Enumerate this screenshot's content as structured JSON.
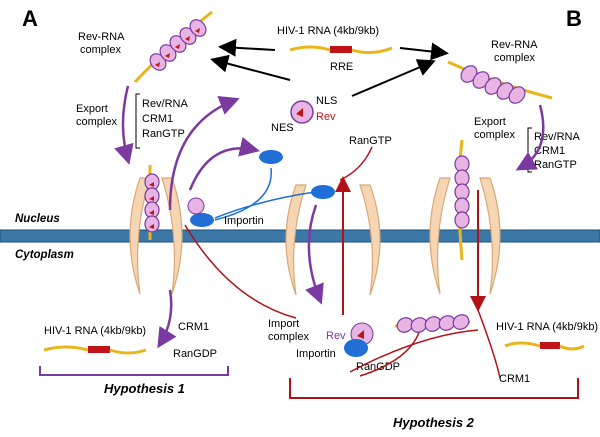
{
  "panels": {
    "a": "A",
    "b": "B"
  },
  "compartments": {
    "nucleus": "Nucleus",
    "cytoplasm": "Cytoplasm"
  },
  "top": {
    "hiv_rna": "HIV-1 RNA (4kb/9kb)",
    "rre": "RRE",
    "nls": "NLS",
    "nes": "NES",
    "rev": "Rev",
    "rangtp": "RanGTP"
  },
  "left": {
    "rev_rna_complex_1": "Rev-RNA",
    "rev_rna_complex_2": "complex",
    "export_complex_1": "Export",
    "export_complex_2": "complex",
    "members": [
      "Rev/RNA",
      "CRM1",
      "RanGTP"
    ],
    "importin": "Importin",
    "hiv_rna": "HIV-1 RNA (4kb/9kb)",
    "crm1": "CRM1",
    "rangdp": "RanGDP",
    "hypothesis": "Hypothesis 1"
  },
  "middle": {
    "import_complex_1": "Import",
    "import_complex_2": "complex",
    "importin": "Importin",
    "rev": "Rev",
    "rangdp": "RanGDP"
  },
  "right": {
    "rev_rna_complex_1": "Rev-RNA",
    "rev_rna_complex_2": "complex",
    "export_complex": "Export",
    "export_complex_2": "complex",
    "members": [
      "Rev/RNA",
      "CRM1",
      "RanGTP"
    ],
    "hiv_rna": "HIV-1 RNA (4kb/9kb)",
    "crm1": "CRM1",
    "hypothesis": "Hypothesis 2"
  },
  "colors": {
    "purple": "#7b3aa0",
    "red": "#b01218",
    "membrane": "#3b78a8",
    "pore": "#f6d5b3",
    "rna": "#e8b51a",
    "blue": "#1f6fd6",
    "rev_body": "#e7b4e3"
  }
}
